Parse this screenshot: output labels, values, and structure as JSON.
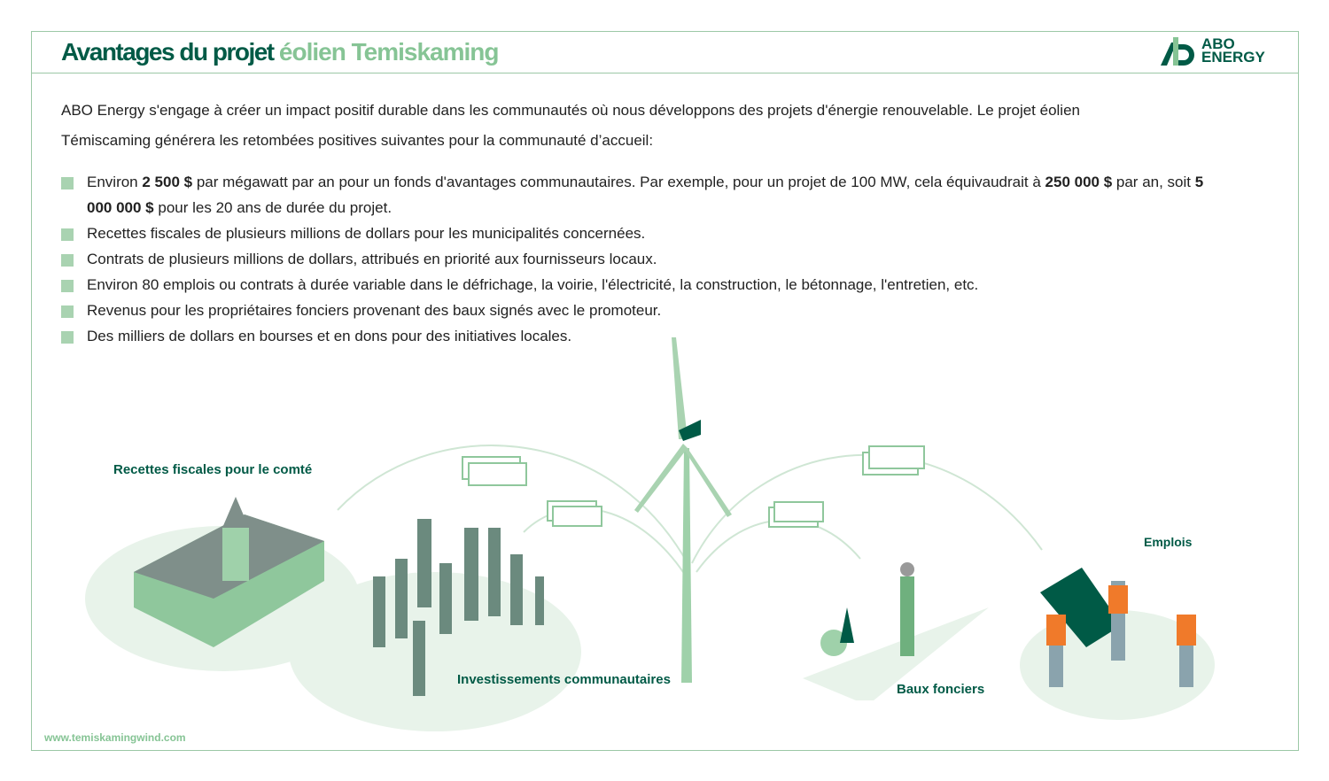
{
  "header": {
    "title_dark": "Avantages du projet",
    "title_light": "éolien Temiskaming",
    "logo_line1": "ABO",
    "logo_line2": "ENERGY"
  },
  "intro": "ABO Energy s'engage à créer un impact positif durable dans les communautés où nous développons des projets d'énergie renouvelable. Le projet éolien Témiscaming générera les retombées positives suivantes pour la communauté d’accueil:",
  "benefits": [
    {
      "parts": [
        "Environ ",
        "2 500 $",
        " par mégawatt par an pour un fonds d'avantages communautaires. Par exemple, pour un projet de 100 MW, cela équivaudrait à ",
        "250 000 $",
        " par an, soit ",
        "5 000 000 $",
        " pour les 20 ans de durée du projet."
      ]
    },
    {
      "text": " Recettes fiscales de plusieurs millions de dollars pour les municipalités concernées."
    },
    {
      "text": "Contrats de plusieurs millions de dollars, attribués en priorité aux fournisseurs locaux."
    },
    {
      "text": "Environ 80 emplois ou contrats à durée variable dans le défrichage, la voirie, l'électricité, la construction, le bétonnage, l'entretien, etc."
    },
    {
      "text": "Revenus pour les propriétaires fonciers provenant des baux signés avec le promoteur."
    },
    {
      "text": "Des milliers de dollars en bourses et en dons pour des initiatives locales."
    }
  ],
  "labels": {
    "tax": "Recettes fiscales pour le comté",
    "community": "Investissements communautaires",
    "land": "Baux fonciers",
    "jobs": "Emplois"
  },
  "footer_url": "www.temiskamingwind.com",
  "colors": {
    "dark": "#005a46",
    "light": "#86c495",
    "pale": "#e8f3ea"
  }
}
